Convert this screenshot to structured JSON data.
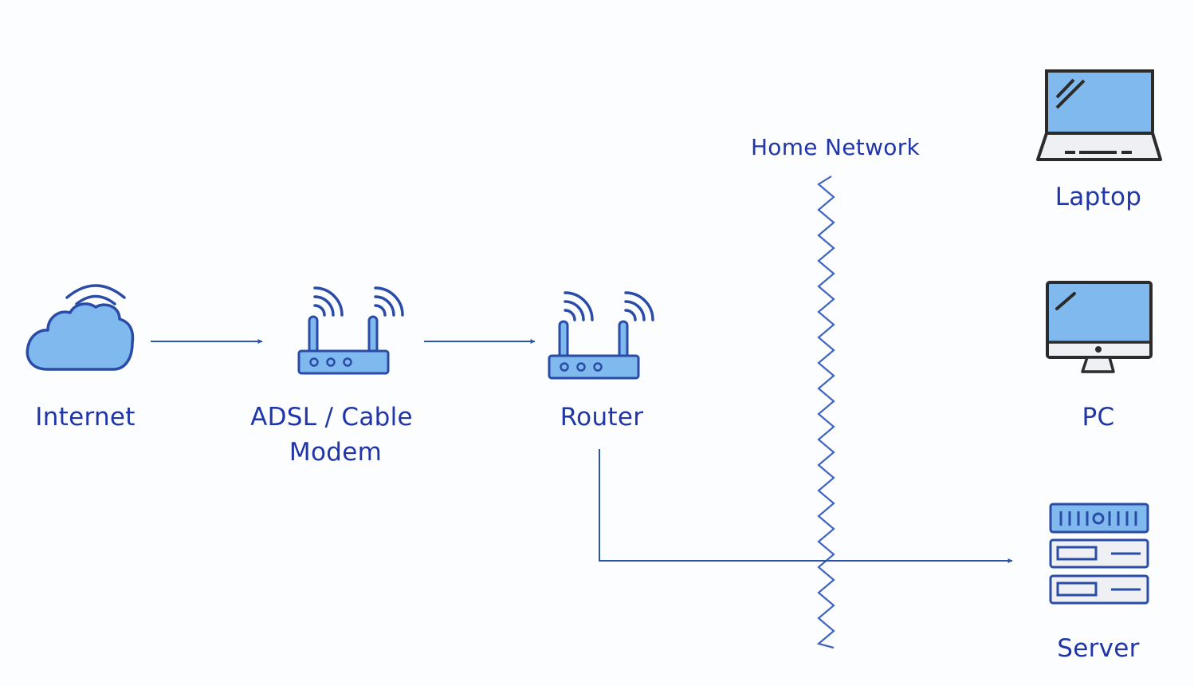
{
  "diagram": {
    "title": "Home Network",
    "nodes": {
      "internet": {
        "label": "Internet",
        "icon": "cloud-icon"
      },
      "modem": {
        "label_line1": "ADSL / Cable",
        "label_line2": "Modem",
        "icon": "router-icon"
      },
      "router": {
        "label": "Router",
        "icon": "router-icon"
      },
      "laptop": {
        "label": "Laptop",
        "icon": "laptop-icon"
      },
      "pc": {
        "label": "PC",
        "icon": "desktop-monitor-icon"
      },
      "server": {
        "label": "Server",
        "icon": "server-icon"
      }
    },
    "edges": [
      {
        "from": "Internet",
        "to": "ADSL / Cable Modem"
      },
      {
        "from": "ADSL / Cable Modem",
        "to": "Router"
      },
      {
        "from": "Router",
        "to": "Server",
        "crosses": "Home Network boundary"
      }
    ],
    "colors": {
      "label_text": "#1f35a8",
      "line": "#2c55a6",
      "icon_stroke_blue": "#2a4ca6",
      "icon_fill_blue": "#7fb9ee",
      "icon_stroke_dark": "#2b2b2b",
      "icon_fill_light": "#eef0f4",
      "boundary": "#3f64c2",
      "background": "#fcfdfe"
    }
  }
}
